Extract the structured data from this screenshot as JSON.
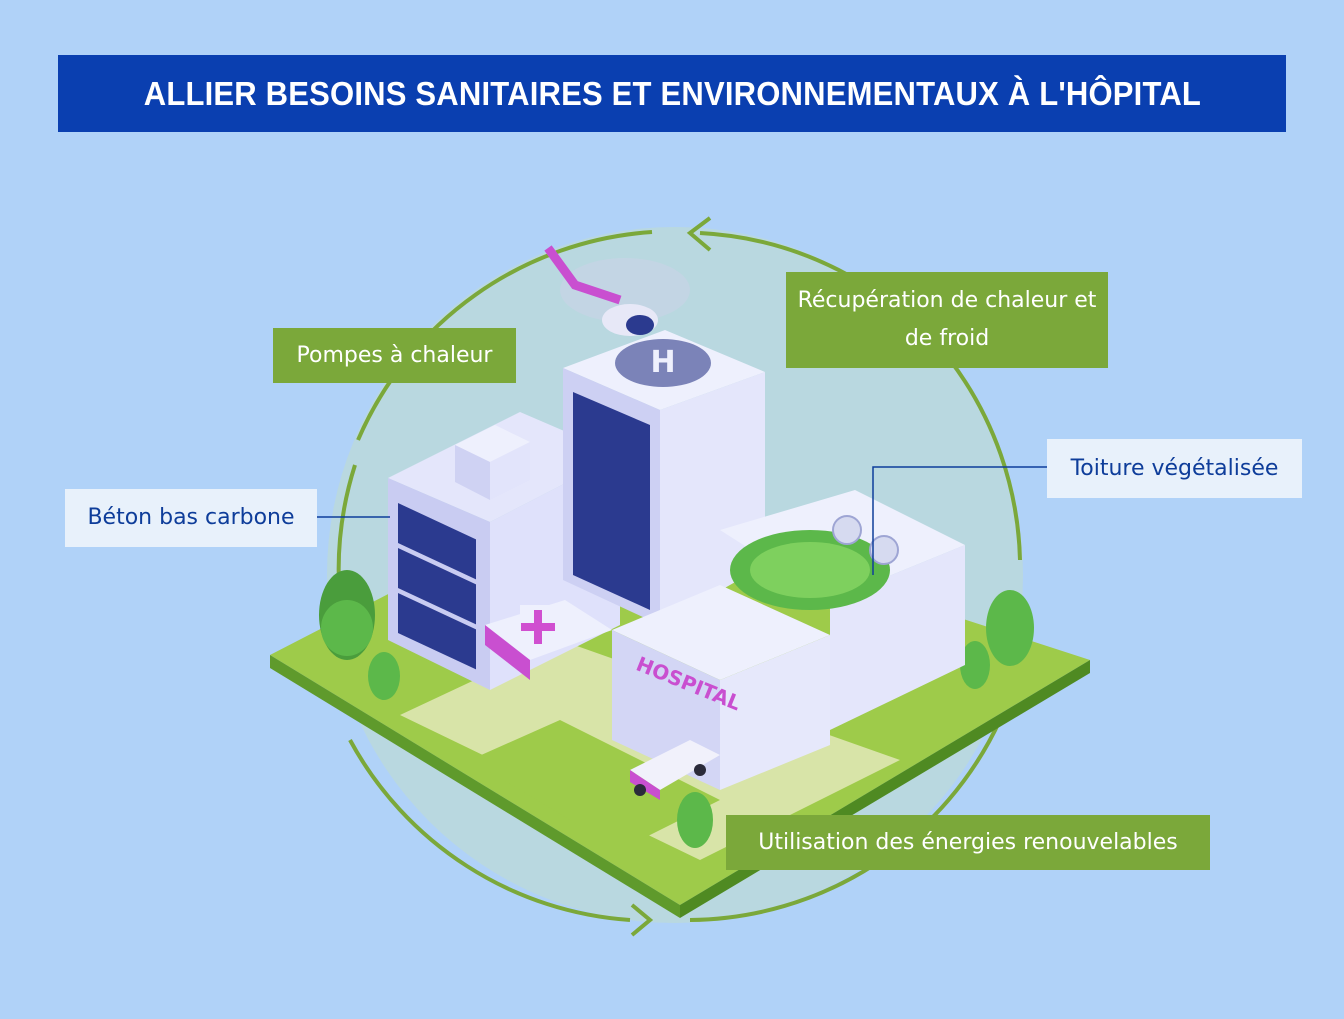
{
  "title": "ALLIER BESOINS SANITAIRES ET ENVIRONNEMENTAUX À L'HÔPITAL",
  "labels": {
    "pompes": "Pompes à chaleur",
    "recuperation": "Récupération de chaleur et de froid",
    "toiture": "Toiture végétalisée",
    "beton": "Béton bas carbone",
    "energies": "Utilisation des énergies renouvelables"
  },
  "building_signs": {
    "hospital": "HOSPITAL",
    "helipad": "H"
  },
  "colors": {
    "background": "#b0d2f8",
    "title_bar": "#0a3fb0",
    "green_label": "#7ba83a",
    "light_label": "#e8f1fb",
    "circle_arrow": "#7ba83a",
    "accent_magenta": "#c94fd0"
  },
  "icons": [
    "hospital-building-illustration",
    "helicopter-icon",
    "ambulance-icon",
    "tree-icon",
    "fan-icon",
    "cycle-arrow-icon"
  ]
}
